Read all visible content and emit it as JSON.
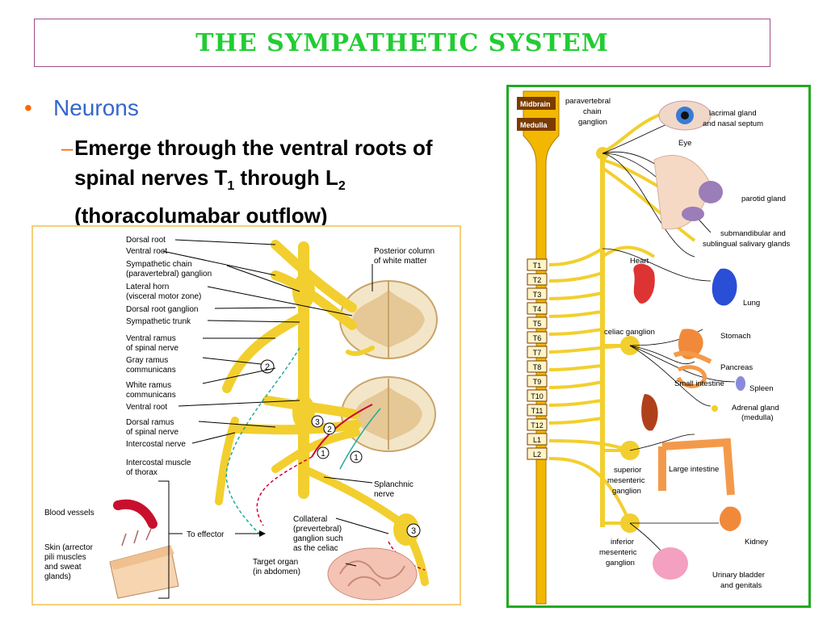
{
  "slide": {
    "title": "THE SYMPATHETIC SYSTEM",
    "bullet_marker": "•",
    "bullet": "Neurons",
    "sub_marker": "–",
    "sub_parts": [
      "Emerge through the ventral roots of spinal nerves T",
      "1",
      " through L",
      "2",
      " (thoracolumabar outflow)"
    ]
  },
  "left_figure": {
    "labels": {
      "dorsal_root": "Dorsal root",
      "ventral_root_top": "Ventral root",
      "symp_chain_1": "Sympathetic chain",
      "symp_chain_2": "(paravertebral) ganglion",
      "lateral_horn_1": "Lateral horn",
      "lateral_horn_2": "(visceral motor zone)",
      "drg": "Dorsal root ganglion",
      "symp_trunk": "Sympathetic trunk",
      "ventral_ramus_1": "Ventral ramus",
      "ventral_ramus_2": "of spinal nerve",
      "gray_ramus_1": "Gray ramus",
      "gray_ramus_2": "communicans",
      "white_ramus_1": "White ramus",
      "white_ramus_2": "communicans",
      "ventral_root_bottom": "Ventral root",
      "dorsal_ramus_1": "Dorsal ramus",
      "dorsal_ramus_2": "of spinal nerve",
      "intercostal_nerve": "Intercostal nerve",
      "intercostal_muscle_1": "Intercostal muscle",
      "intercostal_muscle_2": "of thorax",
      "blood_vessels": "Blood vessels",
      "skin_1": "Skin (arrector",
      "skin_2": "pili muscles",
      "skin_3": "and sweat",
      "skin_4": "glands)",
      "to_effector": "To effector",
      "posterior_col_1": "Posterior column",
      "posterior_col_2": "of white matter",
      "splanchnic_1": "Splanchnic",
      "splanchnic_2": "nerve",
      "collateral_1": "Collateral",
      "collateral_2": "(prevertebral)",
      "collateral_3": "ganglion such",
      "collateral_4": "as the celiac",
      "target_1": "Target organ",
      "target_2": "(in abdomen)",
      "n1": "1",
      "n2": "2",
      "n3": "3"
    }
  },
  "right_figure": {
    "labels": {
      "midbrain": "Midbrain",
      "medulla": "Medulla",
      "paravertebral_1": "paravertebral",
      "paravertebral_2": "chain",
      "paravertebral_3": "ganglion",
      "lacrimal_1": "lacrimal gland",
      "lacrimal_2": "and nasal septum",
      "eye": "Eye",
      "parotid": "parotid gland",
      "submand_1": "submandibular and",
      "submand_2": "sublingual salivary glands",
      "heart": "Heart",
      "lung": "Lung",
      "celiac": "celiac ganglion",
      "stomach": "Stomach",
      "pancreas": "Pancreas",
      "small_int": "Small intestine",
      "spleen": "Spleen",
      "adrenal_1": "Adrenal gland",
      "adrenal_2": "(medulla)",
      "sup_mes_1": "superior",
      "sup_mes_2": "mesenteric",
      "sup_mes_3": "ganglion",
      "large_int": "Large intestine",
      "kidney": "Kidney",
      "inf_mes_1": "inferior",
      "inf_mes_2": "mesenteric",
      "inf_mes_3": "ganglion",
      "bladder_1": "Urinary bladder",
      "bladder_2": "and genitals"
    },
    "segments": [
      "T1",
      "T2",
      "T3",
      "T4",
      "T5",
      "T6",
      "T7",
      "T8",
      "T9",
      "T10",
      "T11",
      "T12",
      "L1",
      "L2"
    ]
  },
  "colors": {
    "title": "#22cc33",
    "bullet_text": "#3366cc",
    "marker": "#ff6600",
    "nerve": "#f2cf2e",
    "left_border": "#f5cf7a",
    "right_border": "#22aa22"
  }
}
